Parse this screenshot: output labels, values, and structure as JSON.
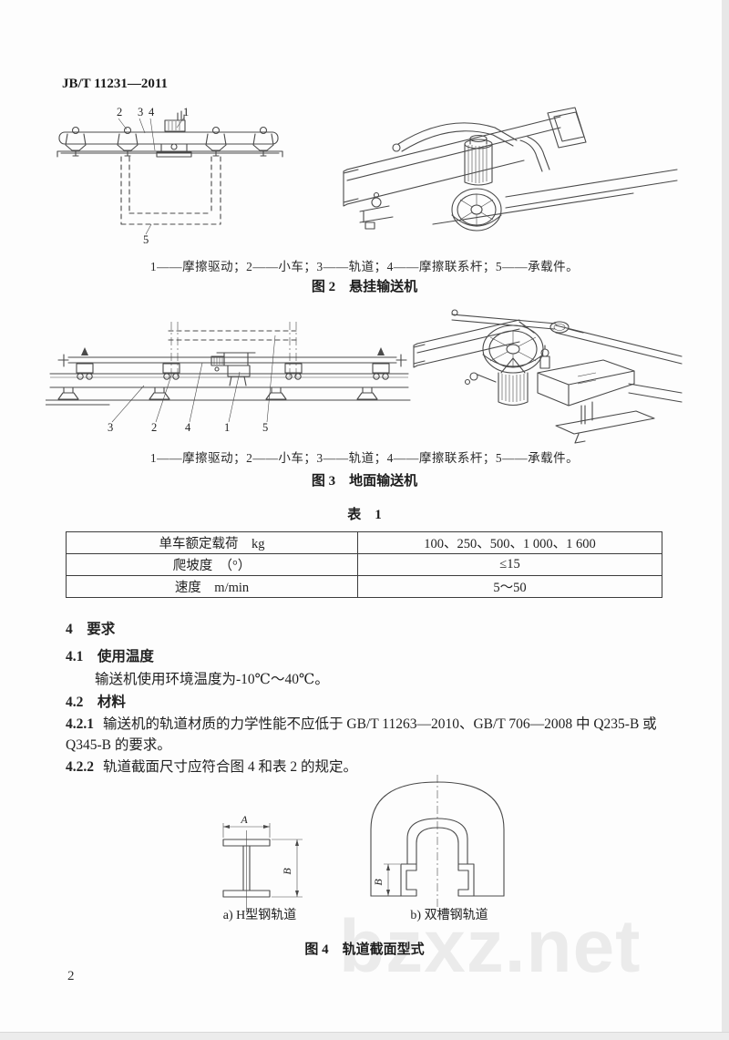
{
  "page": {
    "header": "JB/T 11231—2011",
    "number": "2",
    "watermark": "bzxz.net"
  },
  "colors": {
    "paper": "#fdfdfd",
    "ink": "#232323",
    "drawing_line": "#4a4a4a",
    "watermark_gray": "#ebebeb"
  },
  "callouts": {
    "n1": "1",
    "n2": "2",
    "n3": "3",
    "n4": "4",
    "n5": "5"
  },
  "figure2": {
    "legend": "1——摩擦驱动；2——小车；3——轨道；4——摩擦联系杆；5——承载件。",
    "caption": "图 2　悬挂输送机"
  },
  "figure3": {
    "legend": "1——摩擦驱动；2——小车；3——轨道；4——摩擦联系杆；5——承载件。",
    "caption": "图 3　地面输送机"
  },
  "table1": {
    "caption": "表　1",
    "rows": [
      [
        "单车额定载荷　kg",
        "100、250、500、1 000、1 600"
      ],
      [
        "爬坡度　（°）",
        "≤15"
      ],
      [
        "速度　m/min",
        "5～50"
      ]
    ]
  },
  "section4": {
    "heading": "4　要求",
    "sub41_heading": "4.1　使用温度",
    "body41": "输送机使用环境温度为-10℃～40℃。",
    "sub42_heading": "4.2　材料",
    "clause421_num": "4.2.1",
    "clause421_line1": "输送机的轨道材质的力学性能不应低于 GB/T 11263—2010、GB/T 706—2008 中 Q235-B 或",
    "clause421_line2": "Q345-B 的要求。",
    "clause422_num": "4.2.2",
    "clause422_text": "轨道截面尺寸应符合图 4 和表 2 的规定。"
  },
  "figure4": {
    "label_a": "a) H型钢轨道",
    "label_b": "b) 双槽钢轨道",
    "dim_width": "A",
    "dim_height": "B",
    "caption": "图 4　轨道截面型式"
  }
}
